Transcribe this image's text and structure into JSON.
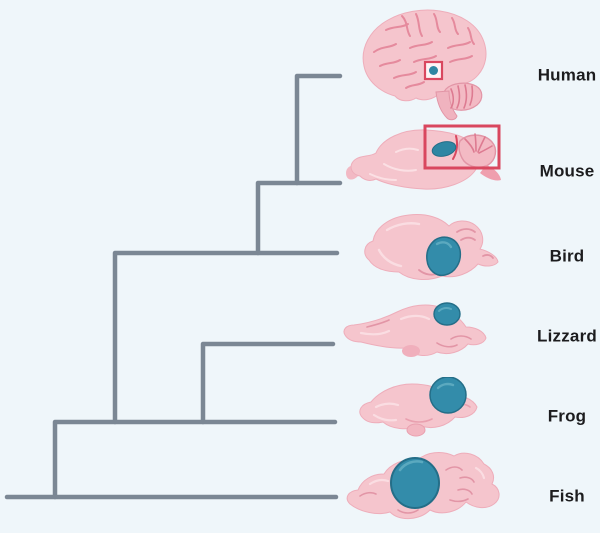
{
  "diagram": {
    "type": "phylogenetic-tree",
    "species": [
      {
        "label": "Human",
        "icon": "human-brain-icon",
        "highlight": "red-box-with-teal-dot"
      },
      {
        "label": "Mouse",
        "icon": "mouse-brain-icon",
        "highlight": "red-box-with-teal-region"
      },
      {
        "label": "Bird",
        "icon": "bird-brain-icon",
        "highlight": "teal-region"
      },
      {
        "label": "Lizzard",
        "icon": "lizzard-brain-icon",
        "highlight": "teal-region"
      },
      {
        "label": "Frog",
        "icon": "frog-brain-icon",
        "highlight": "teal-region"
      },
      {
        "label": "Fish",
        "icon": "fish-brain-icon",
        "highlight": "teal-region"
      }
    ]
  },
  "palette": {
    "background": "#eff6fa",
    "tree_line": "#7b8794",
    "label_text": "#1c1c1e",
    "brain_pink": "#f5c5cd",
    "brain_pink_detail": "#e2849a",
    "highlight_teal": "#338caa",
    "marker_red": "#d9475f"
  }
}
